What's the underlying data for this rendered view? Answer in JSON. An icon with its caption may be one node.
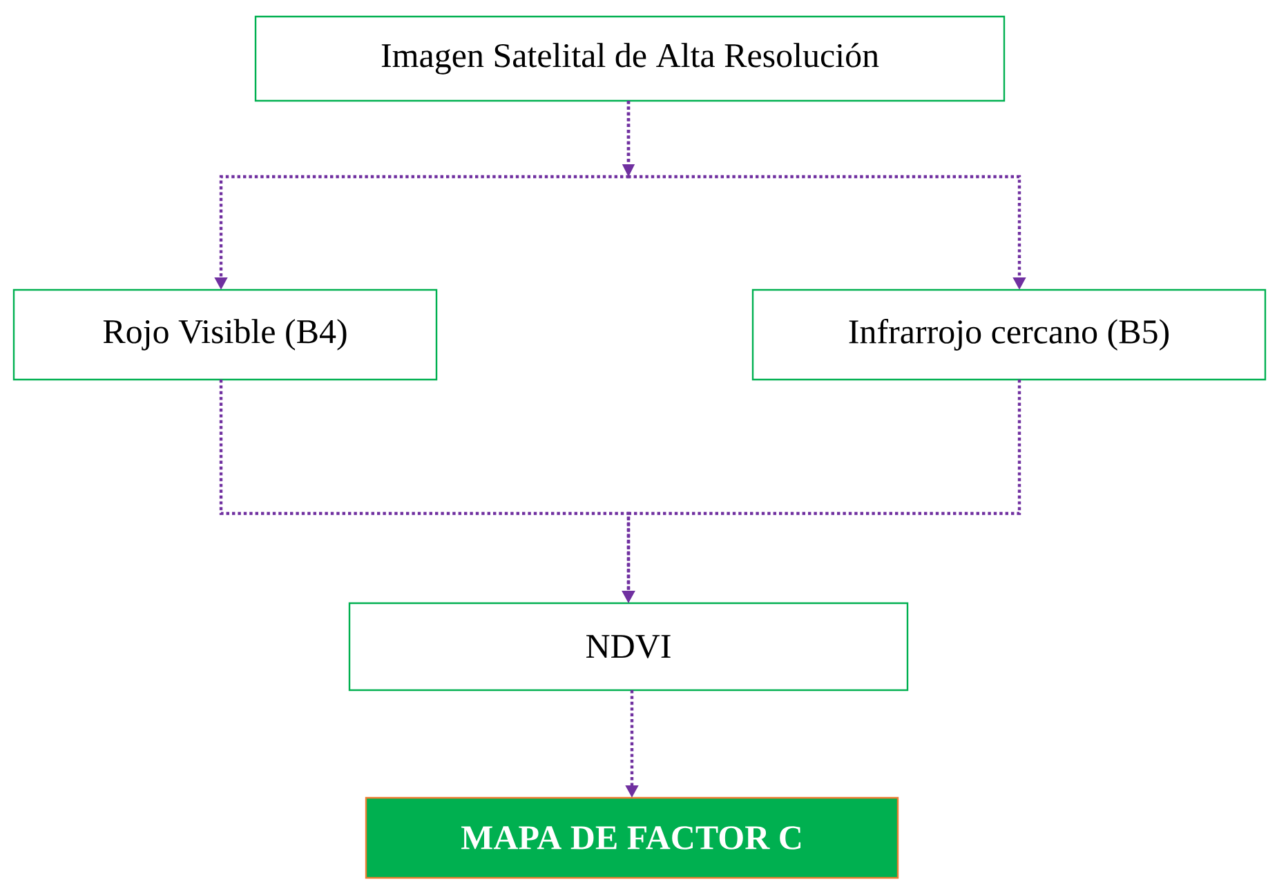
{
  "diagram": {
    "nodes": [
      {
        "text": [
          "Imagen Satelital de Alta Resolución"
        ]
      },
      {
        "text": [
          "Rojo Visible  (B4)"
        ]
      },
      {
        "text": [
          "Infrarrojo cercano (B5)"
        ]
      },
      {
        "text": [
          "NDVI"
        ]
      },
      {
        "text": [
          "MAPA DE FACTOR C"
        ]
      }
    ],
    "edges": [
      {
        "from": 0,
        "to": 1,
        "arrow": "to"
      },
      {
        "from": 0,
        "to": 2,
        "arrow": "to"
      },
      {
        "from": 1,
        "to": 3,
        "arrow": "to"
      },
      {
        "from": 2,
        "to": 3,
        "arrow": "to"
      },
      {
        "from": 3,
        "to": 4,
        "arrow": "to"
      }
    ]
  }
}
